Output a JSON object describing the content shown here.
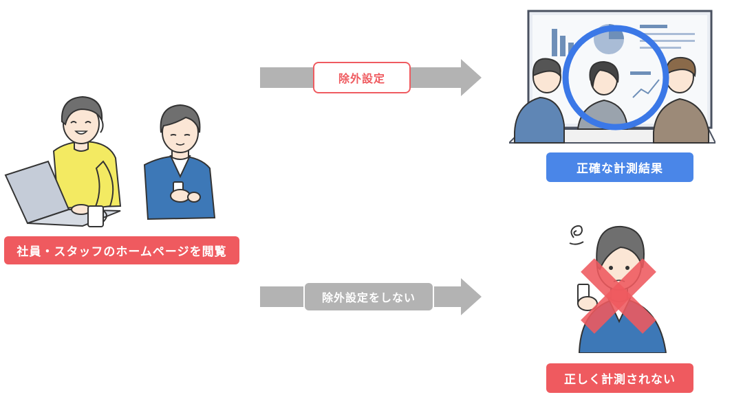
{
  "source": {
    "caption": "社員・スタッフのホームページを閲覧"
  },
  "path_excluded": {
    "arrow_label": "除外設定",
    "result_label": "正確な計測結果"
  },
  "path_not_excluded": {
    "arrow_label": "除外設定をしない",
    "result_label": "正しく計測されない"
  },
  "colors": {
    "red_accent": "#ef5a5f",
    "blue_accent": "#4a86e8",
    "arrow_gray": "#b3b3b3",
    "ok_circle": "#3b78e7",
    "ng_cross": "#ef5a5f"
  },
  "icons": {
    "staff": "staff-illustration",
    "meeting": "meeting-illustration",
    "confused": "confused-person-illustration",
    "ok": "circle-mark-icon",
    "ng": "cross-mark-icon"
  }
}
